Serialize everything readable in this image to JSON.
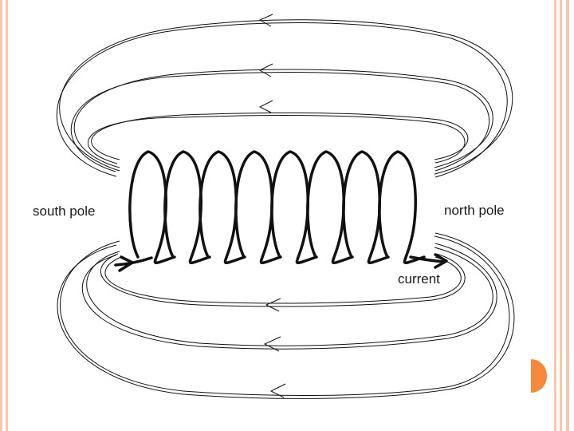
{
  "diagram": {
    "labels": {
      "south_pole": "south pole",
      "north_pole": "north pole",
      "current": "current"
    }
  },
  "colors": {
    "border": "#f7c8b0",
    "marker": "#f7883d",
    "ink": "#111111"
  }
}
